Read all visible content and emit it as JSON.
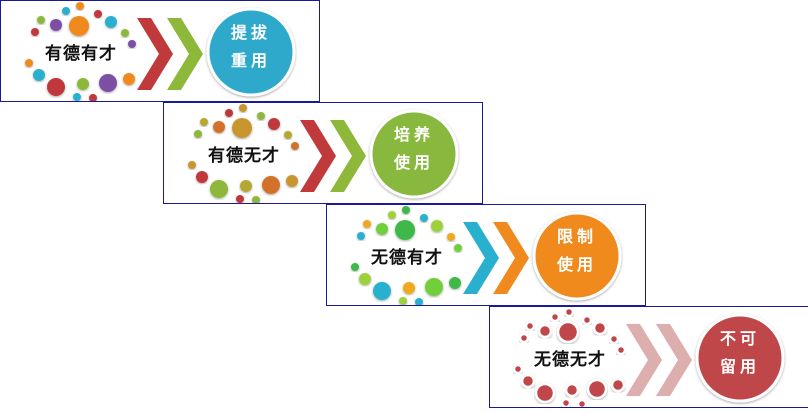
{
  "boxes": [
    {
      "label": "有德有才",
      "result": [
        "提拔",
        "重用"
      ],
      "result_color": "#2fa9cc",
      "chevrons": [
        "#c0393b",
        "#8db83a"
      ],
      "dots": [
        "#f08a1e",
        "#29b0cf",
        "#c0393b",
        "#8db83a",
        "#7b4fa5"
      ]
    },
    {
      "label": "有德无才",
      "result": [
        "培养",
        "使用"
      ],
      "result_color": "#88b83c",
      "chevrons": [
        "#c0393b",
        "#8db83a"
      ],
      "dots": [
        "#c8962e",
        "#c0393b",
        "#8db83a",
        "#b5a832",
        "#d2722a"
      ]
    },
    {
      "label": "无德有才",
      "result": [
        "限制",
        "使用"
      ],
      "result_color": "#f08a1e",
      "chevrons": [
        "#29b0cf",
        "#f08a1e"
      ],
      "dots": [
        "#3cb84a",
        "#9dd13a",
        "#29b0cf",
        "#f0a81e",
        "#6fcf3a"
      ]
    },
    {
      "label": "无德无才",
      "result": [
        "不可",
        "留用"
      ],
      "result_color": "#c0474a",
      "chevrons": [
        "#ddaeae",
        "#ddaeae"
      ],
      "dots": [
        "#c0474a",
        "#c0474a",
        "#c0474a",
        "#c0474a",
        "#c0474a"
      ]
    }
  ]
}
